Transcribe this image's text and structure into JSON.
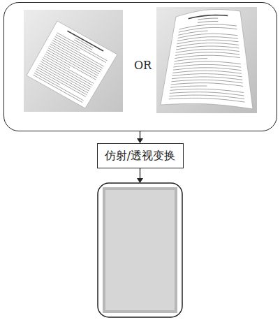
{
  "diagram": {
    "nodes": [
      {
        "text": [
          "OR"
        ]
      },
      {
        "text": [
          "仿射/透视变换"
        ]
      }
    ],
    "edges": [
      {
        "from": 0,
        "to": 1,
        "arrow": "to"
      }
    ]
  }
}
